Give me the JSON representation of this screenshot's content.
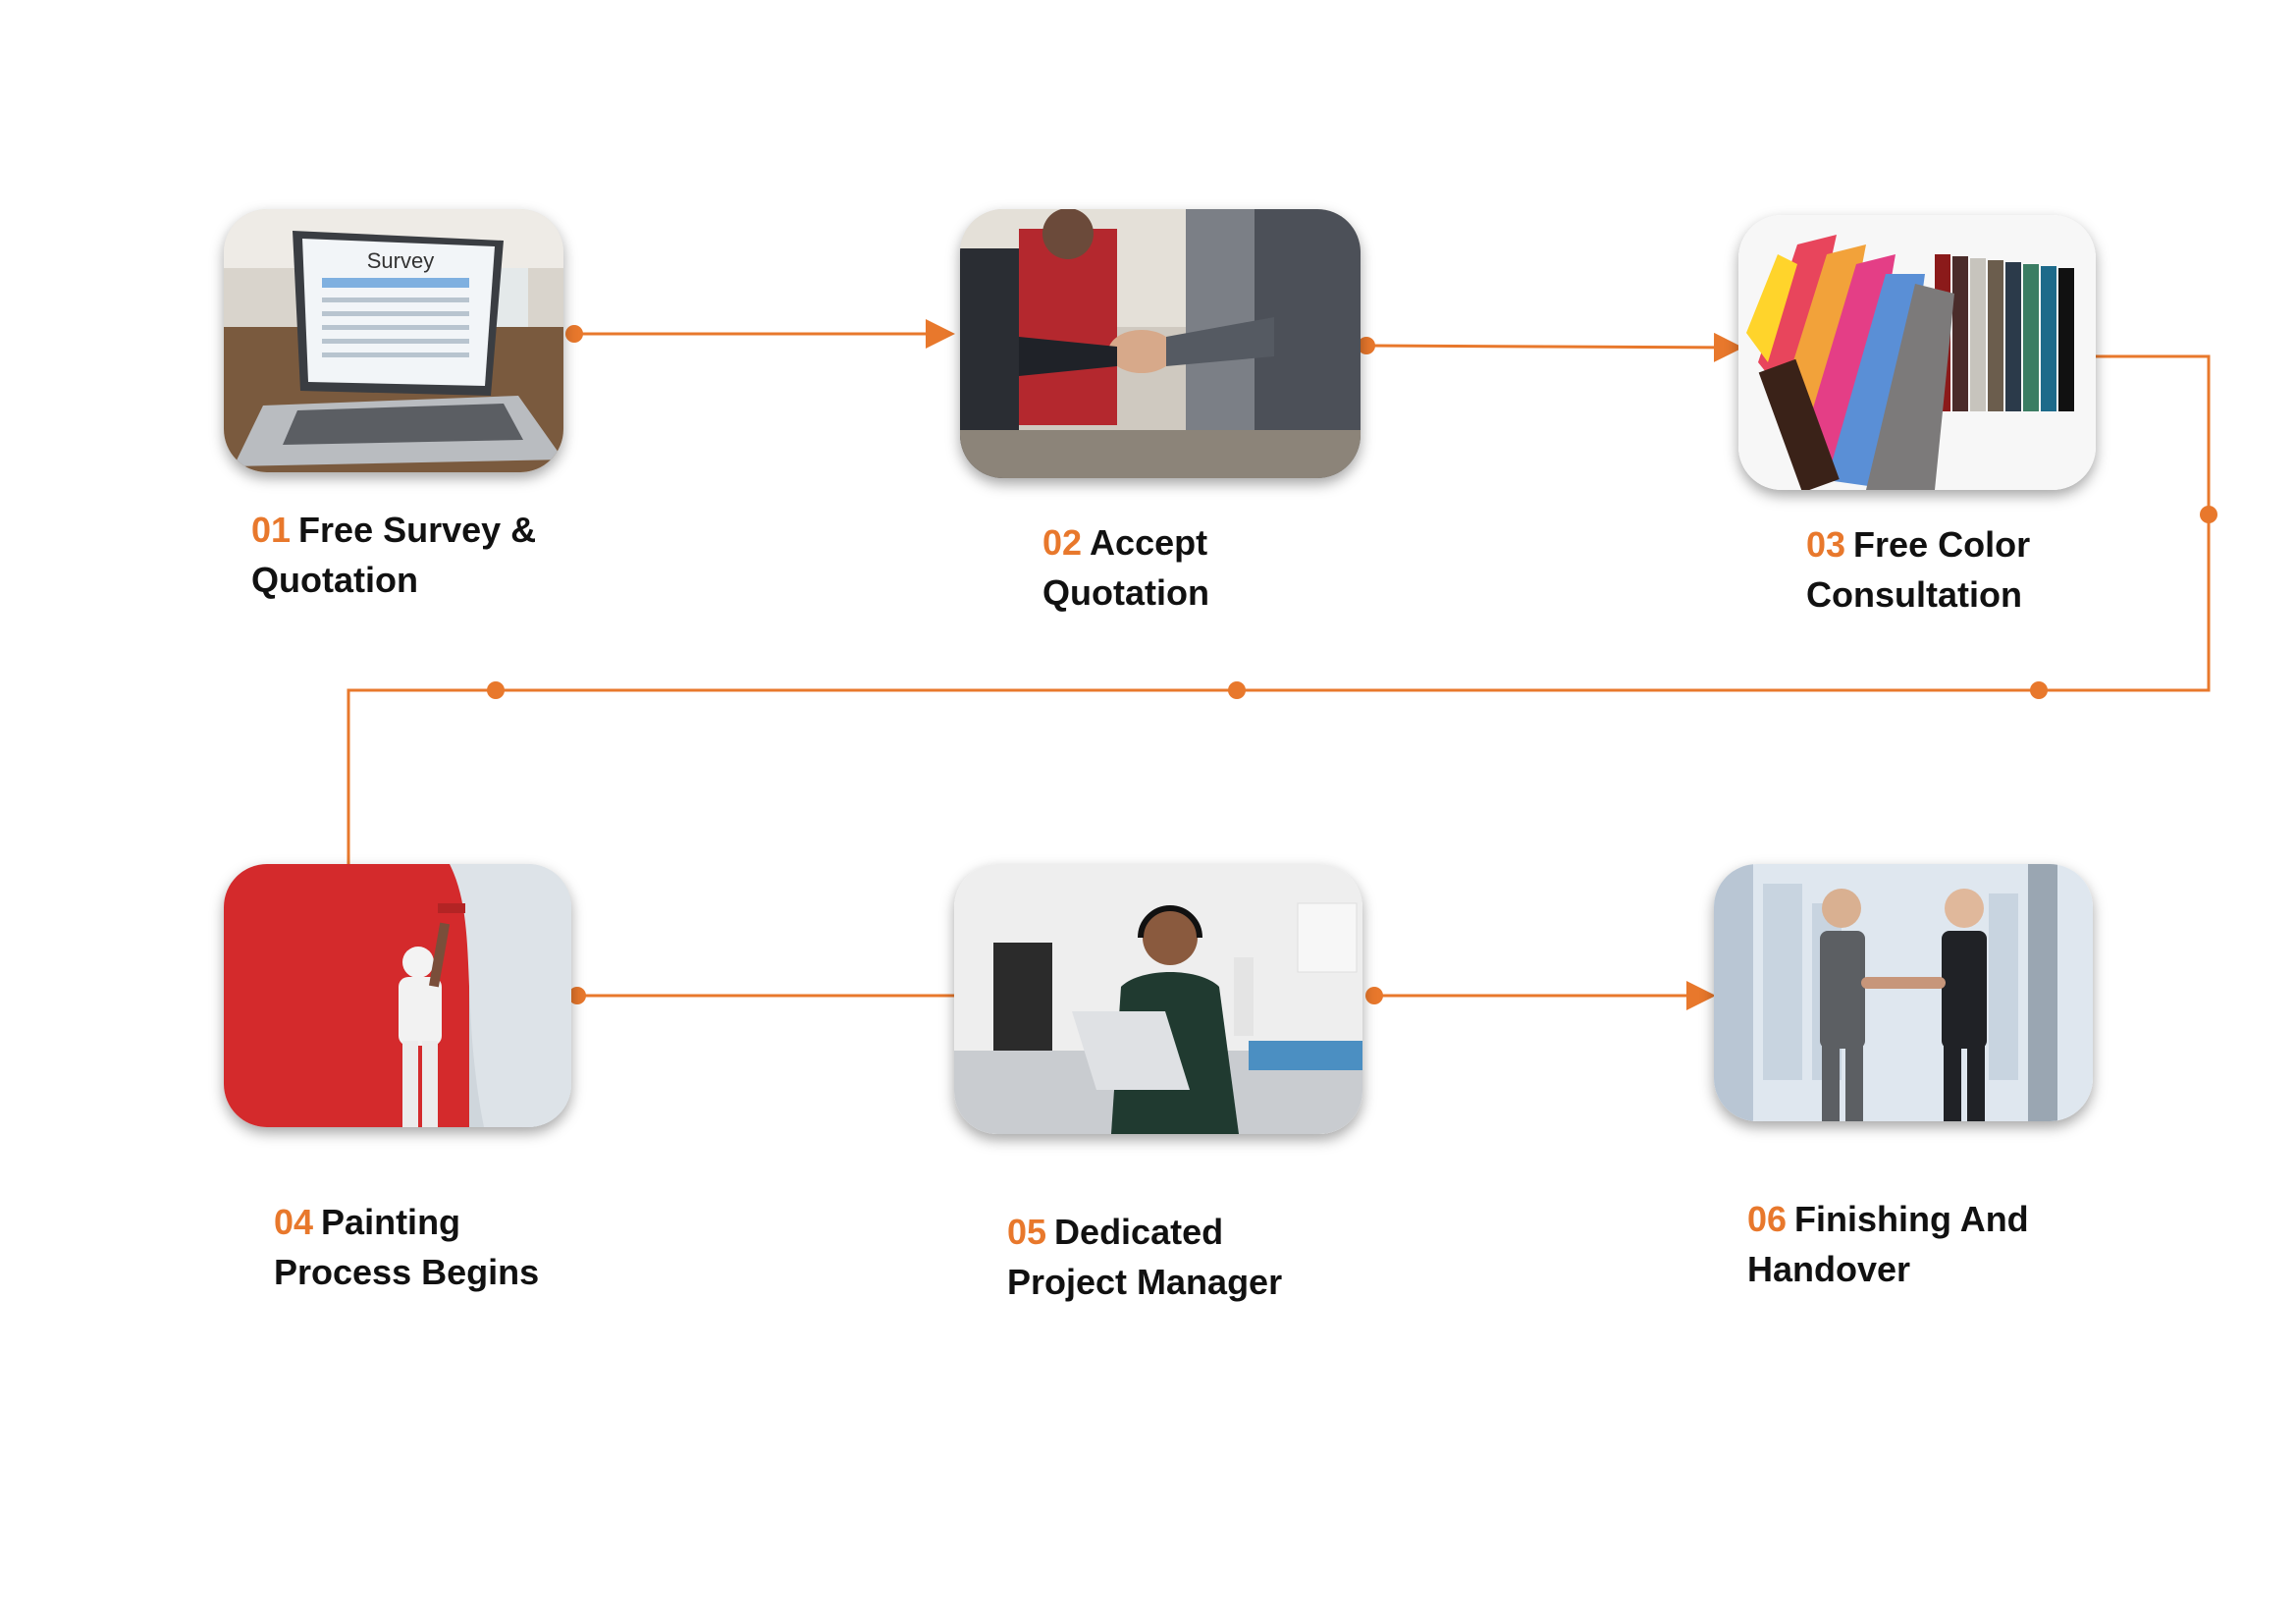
{
  "accent_color": "#e8782c",
  "screen": {
    "survey_text": "Survey"
  },
  "steps": [
    {
      "num": "01",
      "line1": "Free Survey &",
      "line2": "Quotation",
      "image": "laptop-survey-image"
    },
    {
      "num": "02",
      "line1": "Accept",
      "line2": "Quotation",
      "image": "handshake-meeting-image"
    },
    {
      "num": "03",
      "line1": "Free Color",
      "line2": "Consultation",
      "image": "color-swatch-fan-image"
    },
    {
      "num": "04",
      "line1": "Painting",
      "line2": "Process Begins",
      "image": "painter-red-wall-image"
    },
    {
      "num": "05",
      "line1": "Dedicated",
      "line2": "Project Manager",
      "image": "manager-laptop-image"
    },
    {
      "num": "06",
      "line1": "Finishing And",
      "line2": "Handover",
      "image": "business-handshake-image"
    }
  ]
}
